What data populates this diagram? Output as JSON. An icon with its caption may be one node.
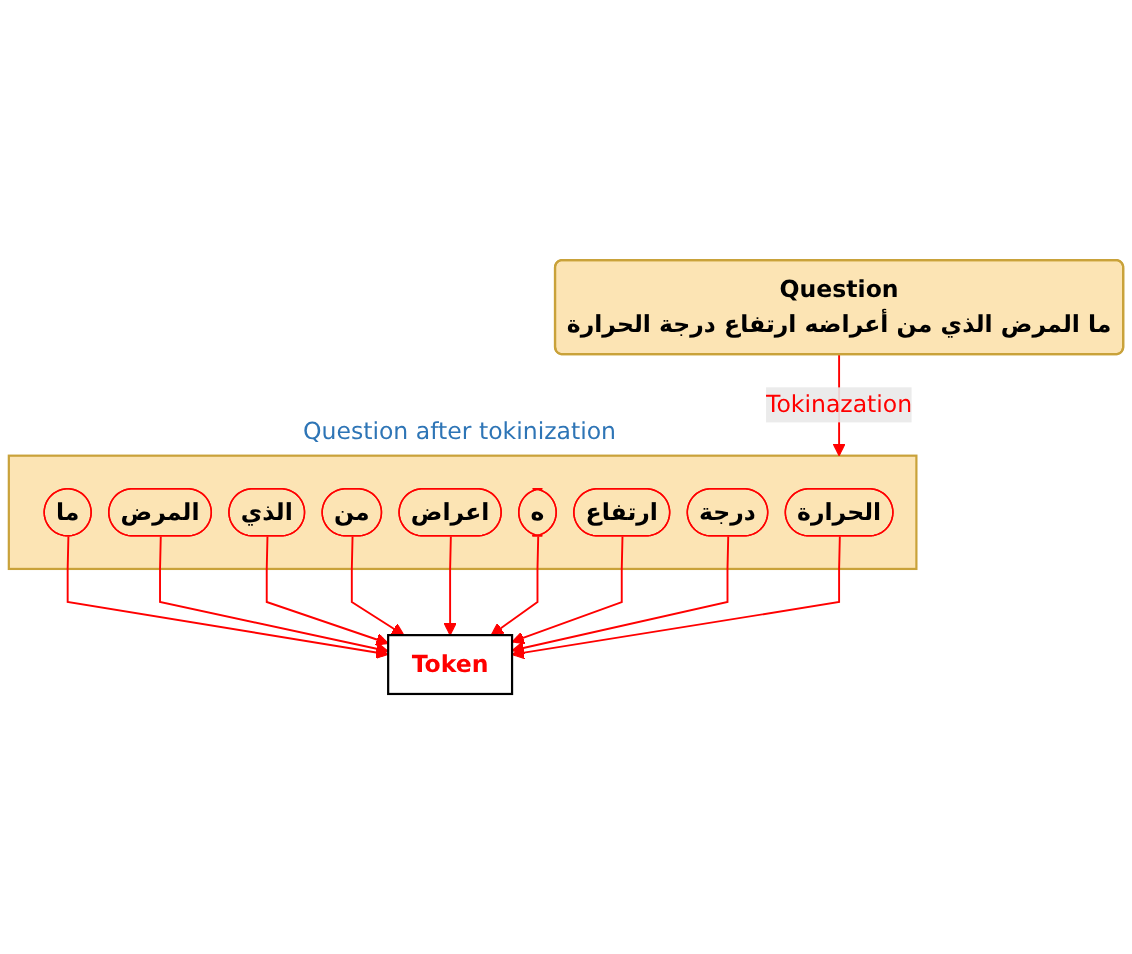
{
  "diagram": {
    "nodes": [
      {
        "text": [
          "Question",
          "ما المرض الذي من أعراضه ارتفاع درجة الحرارة"
        ]
      },
      {
        "text": [
          "Question after tokinization"
        ]
      },
      {
        "text": [
          "ما"
        ],
        "in": 1
      },
      {
        "text": [
          "المرض"
        ],
        "in": 1
      },
      {
        "text": [
          "الذي"
        ],
        "in": 1
      },
      {
        "text": [
          "من"
        ],
        "in": 1
      },
      {
        "text": [
          "اعراض"
        ],
        "in": 1
      },
      {
        "text": [
          "ه"
        ],
        "in": 1
      },
      {
        "text": [
          "ارتفاع"
        ],
        "in": 1
      },
      {
        "text": [
          "درجة"
        ],
        "in": 1
      },
      {
        "text": [
          "الحرارة"
        ],
        "in": 1
      },
      {
        "text": [
          "Token"
        ]
      }
    ],
    "edges": [
      {
        "from": 0,
        "to": 1,
        "arrow": "to",
        "label": "Tokinazation",
        "color": "#ff0000"
      },
      {
        "from": 2,
        "to": 11,
        "arrow": "to",
        "color": "#ff0000"
      },
      {
        "from": 3,
        "to": 11,
        "arrow": "to",
        "color": "#ff0000"
      },
      {
        "from": 4,
        "to": 11,
        "arrow": "to",
        "color": "#ff0000"
      },
      {
        "from": 5,
        "to": 11,
        "arrow": "to",
        "color": "#ff0000"
      },
      {
        "from": 6,
        "to": 11,
        "arrow": "to",
        "color": "#ff0000"
      },
      {
        "from": 7,
        "to": 11,
        "arrow": "to",
        "color": "#ff0000"
      },
      {
        "from": 8,
        "to": 11,
        "arrow": "to",
        "color": "#ff0000"
      },
      {
        "from": 9,
        "to": 11,
        "arrow": "to",
        "color": "#ff0000"
      },
      {
        "from": 10,
        "to": 11,
        "arrow": "to",
        "color": "#ff0000"
      }
    ]
  }
}
